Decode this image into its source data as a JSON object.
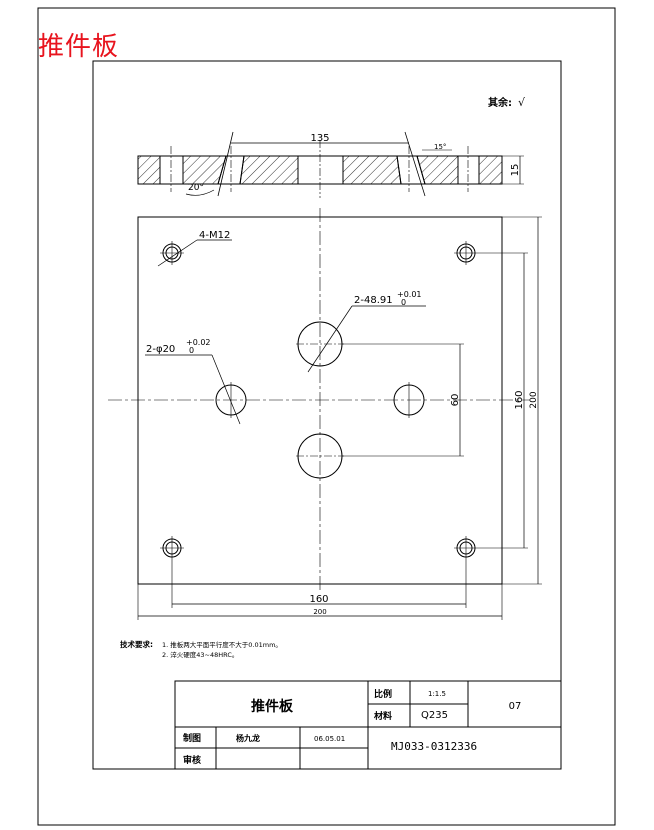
{
  "page_title": "推件板",
  "surface_roughness": {
    "label": "其余:",
    "symbol": "√"
  },
  "dims": {
    "top_width": "135",
    "thickness": "15",
    "angle": "20°",
    "angle_right": "15°",
    "holes_m12": "4-M12",
    "big_hole_base": "2-48.91",
    "big_hole_tol_up": "+0.01",
    "big_hole_tol_low": "0",
    "small_hole_base": "2-φ20",
    "small_hole_tol_up": "+0.02",
    "small_hole_tol_low": "0",
    "span_60": "60",
    "span_160_v": "160",
    "span_200_v": "200",
    "span_160_h": "160",
    "span_200_h": "200"
  },
  "tech": {
    "heading": "技术要求:",
    "line1": "1. 推板两大平面平行度不大于0.01mm。",
    "line2": "2. 淬火硬度43~48HRC。"
  },
  "title_block": {
    "name": "推件板",
    "scale_label": "比例",
    "scale_value": "1:1.5",
    "material_label": "材料",
    "material_value": "Q235",
    "sheet_no": "07",
    "drawn_label": "制图",
    "drawn_name": "杨九龙",
    "drawn_date": "06.05.01",
    "check_label": "审核",
    "drawing_no": "MJ033-0312336"
  }
}
